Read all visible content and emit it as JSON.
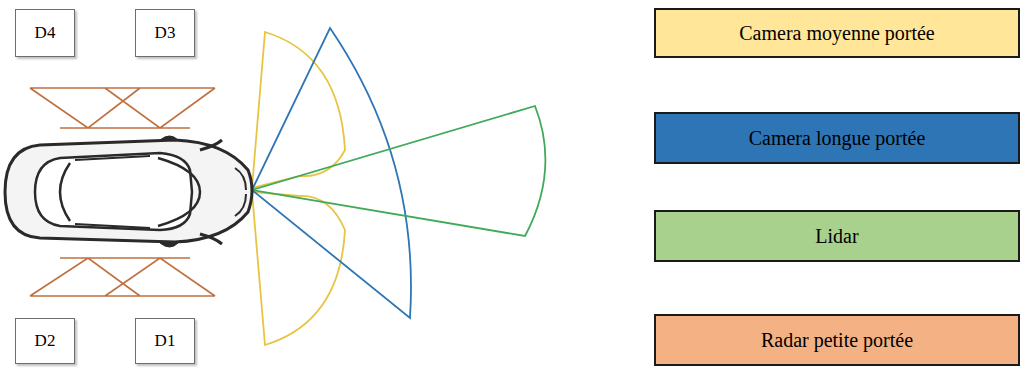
{
  "diagram": {
    "nodes": [
      {
        "text": [
          "D4"
        ]
      },
      {
        "text": [
          "D3"
        ]
      },
      {
        "text": [
          "D2"
        ]
      },
      {
        "text": [
          "D1"
        ]
      }
    ],
    "legend": [
      {
        "text": "Camera moyenne portée",
        "color": "#ffe699"
      },
      {
        "text": "Camera longue portée",
        "color": "#2e75b6"
      },
      {
        "text": "Lidar",
        "color": "#a9d18e"
      },
      {
        "text": "Radar petite portée",
        "color": "#f4b183"
      }
    ]
  }
}
